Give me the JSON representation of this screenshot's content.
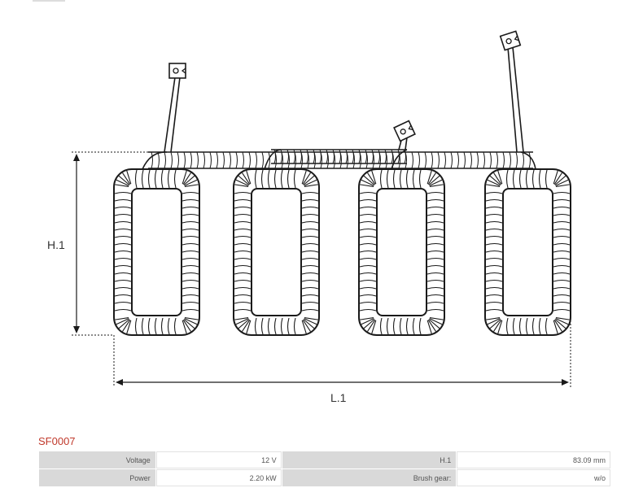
{
  "dimensions": {
    "height_label": "H.1",
    "length_label": "L.1"
  },
  "part_code": "SF0007",
  "specs": [
    [
      "Voltage",
      "12 V",
      "H.1",
      "83.09 mm"
    ],
    [
      "Power",
      "2.20 kW",
      "Brush gear:",
      "w/o"
    ]
  ],
  "colors": {
    "line": "#1a1a1a",
    "accent": "#c0392b",
    "label_cell": "#d9d9d9"
  }
}
